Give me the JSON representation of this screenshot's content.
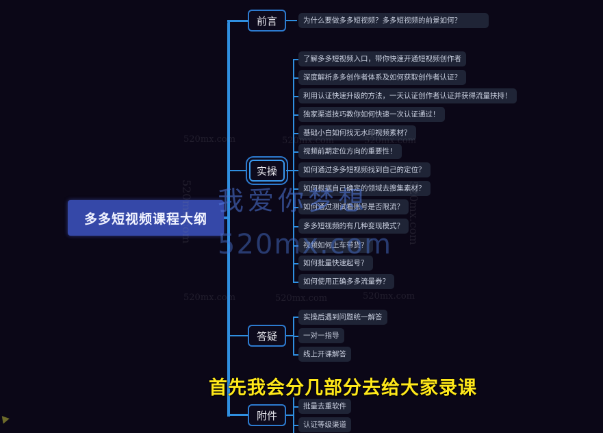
{
  "root": {
    "label": "多多短视频课程大纲"
  },
  "sections": [
    {
      "label": "前言",
      "items": [
        "为什么要做多多短视频？多多短视频的前景如何？"
      ]
    },
    {
      "label": "实操",
      "items": [
        "了解多多短视频入口，带你快速开通短视频创作者",
        "深度解析多多创作者体系及如何获取创作者认证？",
        "利用认证快速升级的方法，一天认证创作者认证并获得流量扶持！",
        "独家渠道技巧教你如何快速一次认证通过！",
        "基础小白如何找无水印视频素材？",
        "视频前期定位方向的重要性！",
        "如何通过多多短视频找到自己的定位？",
        "如何根据自己确定的领域去搜集素材？",
        "如何通过测试看账号是否限流？",
        "多多短视频的有几种变现模式？",
        "视频如何上车带货？",
        "如何批量快速起号？",
        "如何使用正确多多流量券？"
      ]
    },
    {
      "label": "答疑",
      "items": [
        "实操后遇到问题统一解答",
        "一对一指导",
        "线上开课解答"
      ]
    },
    {
      "label": "附件",
      "items": [
        "批量去重软件",
        "认证等级渠道"
      ]
    }
  ],
  "watermarks": {
    "small": "520mx.com",
    "big_cn": "我爱你梦想",
    "big_en": "520mx.com"
  },
  "subtitle": "首先我会分几部分去给大家录课",
  "colors": {
    "background": "#0b0717",
    "root": "#3548a8",
    "line": "#2f8fe0",
    "leaf": "#1f2436",
    "subtitle": "#ffe81a"
  }
}
